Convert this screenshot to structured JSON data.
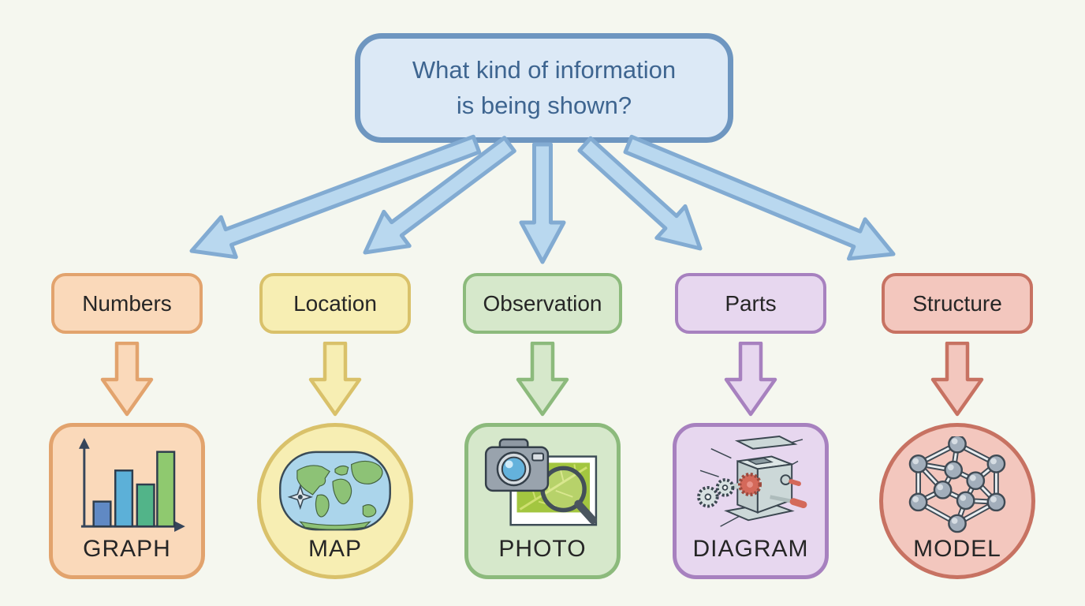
{
  "background_color": "#f5f7ef",
  "question_box": {
    "text_line1": "What kind of information",
    "text_line2": "is being shown?",
    "fill": "#dce9f6",
    "border": "#6e96c0",
    "text_color": "#3e6590"
  },
  "fan_arrows": {
    "fill": "#b9d8ef",
    "border": "#82abd2",
    "count": 5
  },
  "branches": [
    {
      "label": "Numbers",
      "result": "GRAPH",
      "icon": "bar-chart-icon",
      "shape": "square",
      "fill": "#fad9ba",
      "border": "#e2a36d"
    },
    {
      "label": "Location",
      "result": "MAP",
      "icon": "world-map-icon",
      "shape": "circle",
      "fill": "#f7eeb3",
      "border": "#d9c16a"
    },
    {
      "label": "Observation",
      "result": "PHOTO",
      "icon": "camera-photo-icon",
      "shape": "square",
      "fill": "#d6e8cb",
      "border": "#8cba7c"
    },
    {
      "label": "Parts",
      "result": "DIAGRAM",
      "icon": "exploded-machine-icon",
      "shape": "square",
      "fill": "#e7d7ef",
      "border": "#a781bf"
    },
    {
      "label": "Structure",
      "result": "MODEL",
      "icon": "molecule-model-icon",
      "shape": "circle",
      "fill": "#f3c7be",
      "border": "#c77262"
    }
  ]
}
